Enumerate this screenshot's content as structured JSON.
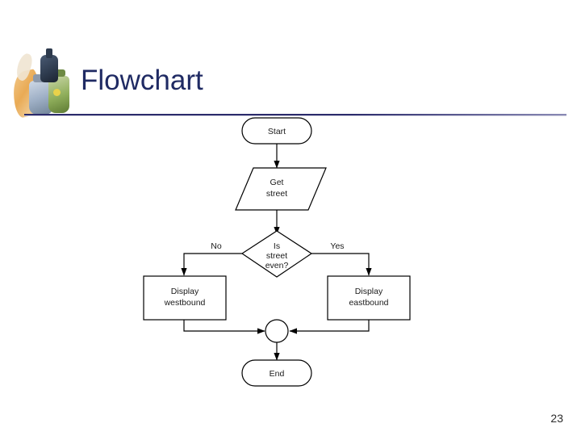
{
  "slide": {
    "title": "Flowchart",
    "page_number": "23",
    "accent_color": "#1f2a63",
    "rule_color": "#2b2b6b"
  },
  "diagram": {
    "type": "flowchart",
    "nodes": [
      {
        "id": "start",
        "shape": "terminator",
        "label": "Start"
      },
      {
        "id": "get",
        "shape": "parallelogram",
        "label_line1": "Get",
        "label_line2": "street"
      },
      {
        "id": "decision",
        "shape": "diamond",
        "label_line1": "Is",
        "label_line2": "street",
        "label_line3": "even?"
      },
      {
        "id": "west",
        "shape": "process",
        "label_line1": "Display",
        "label_line2": "westbound"
      },
      {
        "id": "east",
        "shape": "process",
        "label_line1": "Display",
        "label_line2": "eastbound"
      },
      {
        "id": "merge",
        "shape": "connector",
        "label": ""
      },
      {
        "id": "end",
        "shape": "terminator",
        "label": "End"
      }
    ],
    "edges": [
      {
        "from": "start",
        "to": "get",
        "label": ""
      },
      {
        "from": "get",
        "to": "decision",
        "label": ""
      },
      {
        "from": "decision",
        "to": "west",
        "label": "No"
      },
      {
        "from": "decision",
        "to": "east",
        "label": "Yes"
      },
      {
        "from": "west",
        "to": "merge",
        "label": ""
      },
      {
        "from": "east",
        "to": "merge",
        "label": ""
      },
      {
        "from": "merge",
        "to": "end",
        "label": ""
      }
    ],
    "stroke_color": "#000000",
    "fill_color": "#ffffff"
  }
}
